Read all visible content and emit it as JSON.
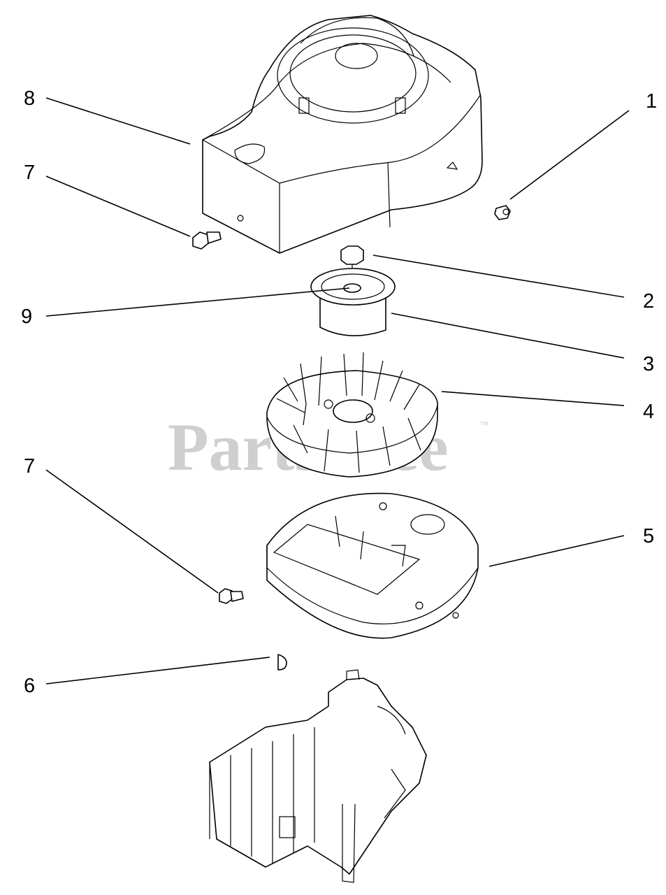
{
  "watermark": {
    "text": "PartsTree",
    "trademark": "™",
    "color": "#cfcfcf"
  },
  "callouts": [
    {
      "id": "c8",
      "label": "8",
      "part": "blower-housing"
    },
    {
      "id": "c7a",
      "label": "7",
      "part": "housing-screw-left"
    },
    {
      "id": "c1",
      "label": "1",
      "part": "housing-screw-right"
    },
    {
      "id": "c2",
      "label": "2",
      "part": "flywheel-nut"
    },
    {
      "id": "c9",
      "label": "9",
      "part": "starter-cup-washer"
    },
    {
      "id": "c3",
      "label": "3",
      "part": "starter-cup"
    },
    {
      "id": "c4",
      "label": "4",
      "part": "flywheel"
    },
    {
      "id": "c7b",
      "label": "7",
      "part": "baffle-screw"
    },
    {
      "id": "c5",
      "label": "5",
      "part": "cylinder-baffle"
    },
    {
      "id": "c6",
      "label": "6",
      "part": "flywheel-key"
    }
  ]
}
